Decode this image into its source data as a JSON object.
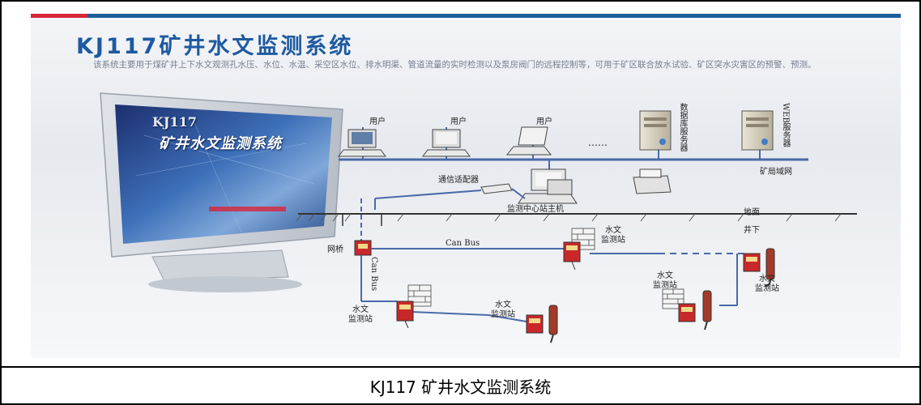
{
  "poster": {
    "title": "KJ117矿井水文监测系统",
    "description": "该系统主要用于煤矿井上下水文观测孔水压、水位、水温、采空区水位、排水明渠、管道流量的实时检测以及泵房阀门的远程控制等，可用于矿区联合放水试验、矿区突水灾害区的预警、预测。",
    "monitor_brand": "KJ117",
    "monitor_text": "矿井水文监测系统"
  },
  "labels": {
    "user1": "用户",
    "user2": "用户",
    "user3": "用户",
    "dots": "……",
    "db_server": "数据库服务器",
    "web_server": "WEB服务器",
    "network": "矿局域网",
    "adapter": "通信适配器",
    "host": "监测中心站主机",
    "surface": "地面",
    "underground": "井下",
    "bridge": "网桥",
    "canbus_h": "Can Bus",
    "canbus_v": "Can Bus",
    "station1": "水文\n监测站",
    "station2": "水文\n监测站",
    "station3": "水文\n监测站",
    "station4": "水文\n监测站",
    "station5": "水文\n监测站"
  },
  "caption": "KJ117 矿井水文监测系统",
  "colors": {
    "title_blue": "#1e5aa0",
    "bar_red": "#d8263a",
    "bar_blue": "#1d5e99",
    "network_line": "#4a6aa8",
    "device_red": "#c8282a"
  }
}
